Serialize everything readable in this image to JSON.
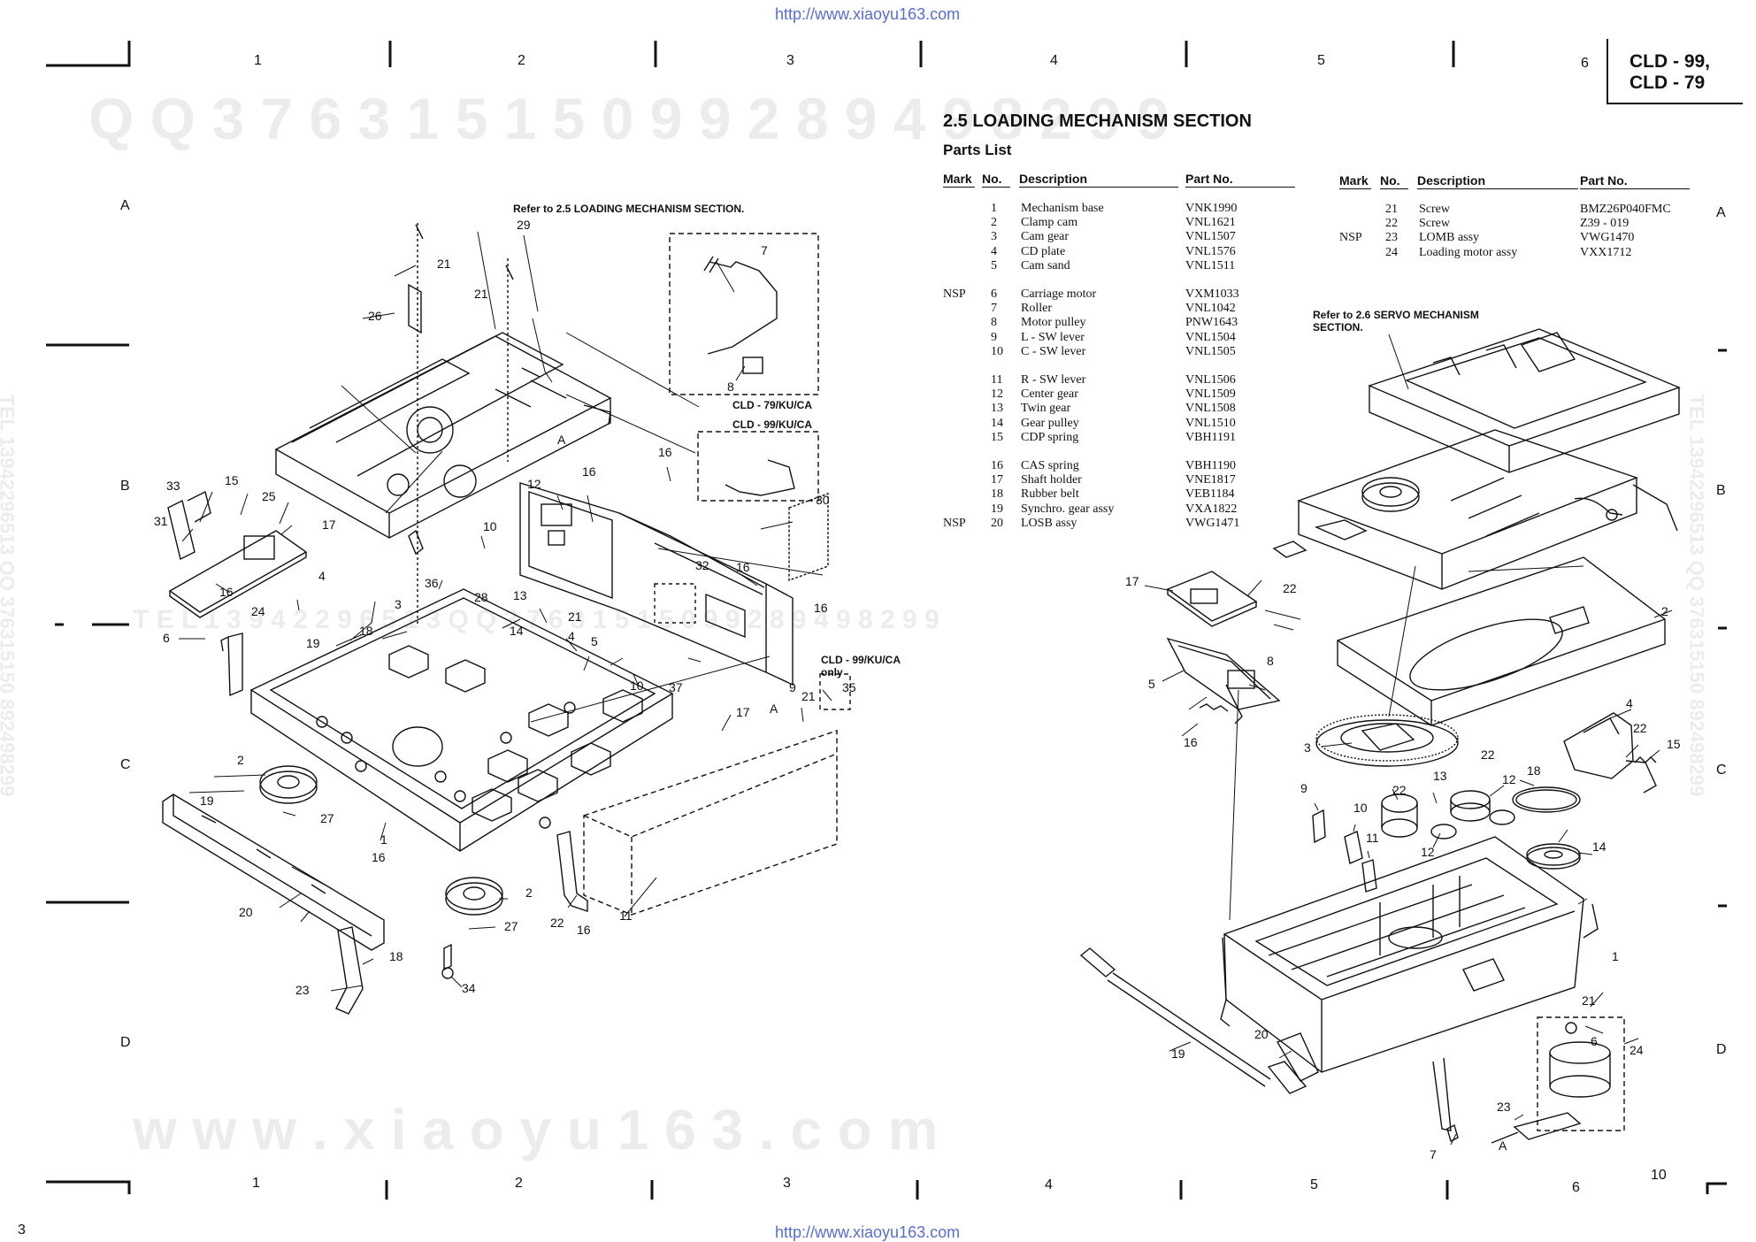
{
  "header": {
    "url_top": "http://www.xiaoyu163.com",
    "url_bottom": "http://www.xiaoyu163.com",
    "model_line1": "CLD - 99,",
    "model_line2": "CLD - 79"
  },
  "grid": {
    "columns_top": [
      "1",
      "2",
      "3",
      "4",
      "5",
      "6"
    ],
    "columns_bottom": [
      "1",
      "2",
      "3",
      "4",
      "5",
      "6"
    ],
    "rows_left": [
      "A",
      "B",
      "C",
      "D"
    ],
    "rows_right": [
      "A",
      "B",
      "C",
      "D"
    ]
  },
  "watermarks": {
    "top": "Q Q   3 7 6 3 1 5 1 5 0        9 9 2 8 9 4 9 8 2 9 9",
    "middle": "T E L   1 3 9 4 2 2 9 6 5 1 3        Q Q   3 7 6 3 1 5 1 5 0        9 9 2 8 9 4 9 8 2 9 9",
    "bottom": "w w w . x i a o y u 1 6 3 . c o m",
    "side_left": "TEL 13942296513  QQ 376315150  892498299",
    "side_right": "TEL 13942296513  QQ 376315150  892498299"
  },
  "section": {
    "title": "2.5 LOADING MECHANISM SECTION",
    "subtitle": "Parts List"
  },
  "parts_table": {
    "headers": {
      "mark": "Mark",
      "no": "No.",
      "description": "Description",
      "part_no": "Part No."
    },
    "left": [
      {
        "mark": "",
        "no": "1",
        "desc": "Mechanism base",
        "part": "VNK1990"
      },
      {
        "mark": "",
        "no": "2",
        "desc": "Clamp cam",
        "part": "VNL1621"
      },
      {
        "mark": "",
        "no": "3",
        "desc": "Cam gear",
        "part": "VNL1507"
      },
      {
        "mark": "",
        "no": "4",
        "desc": "CD plate",
        "part": "VNL1576"
      },
      {
        "mark": "",
        "no": "5",
        "desc": "Cam sand",
        "part": "VNL1511"
      },
      {
        "mark": "NSP",
        "no": "6",
        "desc": "Carriage motor",
        "part": "VXM1033"
      },
      {
        "mark": "",
        "no": "7",
        "desc": "Roller",
        "part": "VNL1042"
      },
      {
        "mark": "",
        "no": "8",
        "desc": "Motor pulley",
        "part": "PNW1643"
      },
      {
        "mark": "",
        "no": "9",
        "desc": "L - SW lever",
        "part": "VNL1504"
      },
      {
        "mark": "",
        "no": "10",
        "desc": "C - SW lever",
        "part": "VNL1505"
      },
      {
        "mark": "",
        "no": "11",
        "desc": "R - SW lever",
        "part": "VNL1506"
      },
      {
        "mark": "",
        "no": "12",
        "desc": "Center gear",
        "part": "VNL1509"
      },
      {
        "mark": "",
        "no": "13",
        "desc": "Twin gear",
        "part": "VNL1508"
      },
      {
        "mark": "",
        "no": "14",
        "desc": "Gear pulley",
        "part": "VNL1510"
      },
      {
        "mark": "",
        "no": "15",
        "desc": "CDP spring",
        "part": "VBH1191"
      },
      {
        "mark": "",
        "no": "16",
        "desc": "CAS spring",
        "part": "VBH1190"
      },
      {
        "mark": "",
        "no": "17",
        "desc": "Shaft holder",
        "part": "VNE1817"
      },
      {
        "mark": "",
        "no": "18",
        "desc": "Rubber belt",
        "part": "VEB1184"
      },
      {
        "mark": "",
        "no": "19",
        "desc": "Synchro. gear assy",
        "part": "VXA1822"
      },
      {
        "mark": "NSP",
        "no": "20",
        "desc": "LOSB assy",
        "part": "VWG1471"
      }
    ],
    "right": [
      {
        "mark": "",
        "no": "21",
        "desc": "Screw",
        "part": "BMZ26P040FMC"
      },
      {
        "mark": "",
        "no": "22",
        "desc": "Screw",
        "part": "Z39 - 019"
      },
      {
        "mark": "NSP",
        "no": "23",
        "desc": "LOMB assy",
        "part": "VWG1470"
      },
      {
        "mark": "",
        "no": "24",
        "desc": "Loading motor assy",
        "part": "VXX1712"
      }
    ]
  },
  "diagram_left": {
    "note_refer": "Refer to 2.5 LOADING MECHANISM SECTION.",
    "note_cld79": "CLD - 79/KU/CA",
    "note_cld99": "CLD - 99/KU/CA",
    "note_cld99_only_1": "CLD - 99/KU/CA",
    "note_cld99_only_2": "only",
    "callouts": [
      "29",
      "21",
      "21",
      "26",
      "7",
      "8",
      "16",
      "16",
      "12",
      "30",
      "33",
      "15",
      "25",
      "17",
      "31",
      "16",
      "6",
      "4",
      "36",
      "10",
      "28",
      "3",
      "13",
      "21",
      "32",
      "16",
      "16",
      "24",
      "18",
      "19",
      "14",
      "4",
      "5",
      "37",
      "10",
      "9",
      "21",
      "35",
      "17",
      "2",
      "19",
      "27",
      "1",
      "16",
      "20",
      "2",
      "27",
      "22",
      "16",
      "11",
      "18",
      "23",
      "34",
      "A",
      "A"
    ]
  },
  "diagram_right": {
    "note_refer_1": "Refer to 2.6 SERVO MECHANISM",
    "note_refer_2": "SECTION.",
    "callouts": [
      "17",
      "22",
      "2",
      "5",
      "8",
      "16",
      "3",
      "4",
      "22",
      "15",
      "22",
      "13",
      "12",
      "18",
      "22",
      "9",
      "10",
      "11",
      "12",
      "14",
      "1",
      "21",
      "20",
      "19",
      "6",
      "24",
      "23",
      "7",
      "A"
    ]
  },
  "footer": {
    "page_left": "3",
    "page_right": "10"
  }
}
